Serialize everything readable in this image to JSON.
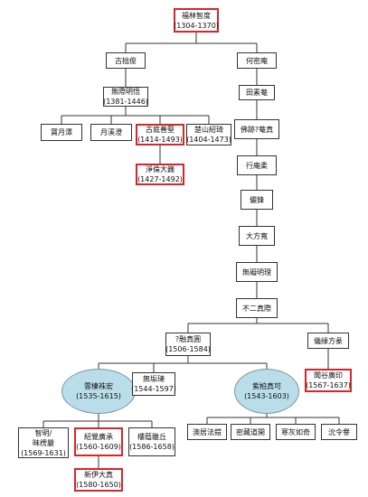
{
  "colors": {
    "highlight_border": "#d9252a",
    "oval_fill": "#b9dde9",
    "line": "#333333"
  },
  "nodes": {
    "root": {
      "name": "福林智度",
      "dates": "(1304-1370)"
    },
    "guzhuo": {
      "name": "古拙俊"
    },
    "hemi": {
      "name": "何密庵"
    },
    "wuji": {
      "name": "無際明悟",
      "dates": "(1381-1446)"
    },
    "tiansu": {
      "name": "田素菴"
    },
    "baoyue": {
      "name": "寶月潭"
    },
    "yuexi": {
      "name": "月溪澄"
    },
    "gutingshan": {
      "name": "古庭善堅",
      "dates": "(1414-1493)"
    },
    "chushan": {
      "name": "楚山紹琦",
      "dates": "(1404-1473)"
    },
    "foji": {
      "name": "佛跡?菴真"
    },
    "jinglun": {
      "name": "淨倫大巍",
      "dates": "(1427-1492)"
    },
    "xingan": {
      "name": "行庵柔"
    },
    "feng": {
      "name": "儼鋒"
    },
    "dafang": {
      "name": "大方寬"
    },
    "wuai": {
      "name": "無礙明理"
    },
    "buer": {
      "name": "不二真際"
    },
    "rongzhen": {
      "name": "?融真圓",
      "dates": "(1506-1584)"
    },
    "yuanxu": {
      "name": "儀緣方彖"
    },
    "yunqi": {
      "name": "雲棲袾宏",
      "dates": "(1535-1615)"
    },
    "wugou": {
      "name": "無垢璉",
      "dates": "(1544-1597)"
    },
    "zibo": {
      "name": "紫柏真可",
      "dates": "(1543-1603)"
    },
    "wengu": {
      "name": "聞谷廣印",
      "dates": "(1567-1637)"
    },
    "zhiming": {
      "name": "智明/",
      "name2": "昧楞嚴",
      "dates": "(1569-1631)"
    },
    "shaojue": {
      "name": "紹覺廣承",
      "dates": "(1560-1609)"
    },
    "louyin": {
      "name": "樓蔭雖丘",
      "dates": "(1586-1658)"
    },
    "aoju": {
      "name": "澳居法鎧"
    },
    "micang": {
      "name": "密藏道開"
    },
    "hanhui": {
      "name": "寒灰如奇"
    },
    "yuanling": {
      "name": "沇令譽"
    },
    "xinyi": {
      "name": "新伊大真",
      "dates": "(1580-1650)"
    }
  }
}
